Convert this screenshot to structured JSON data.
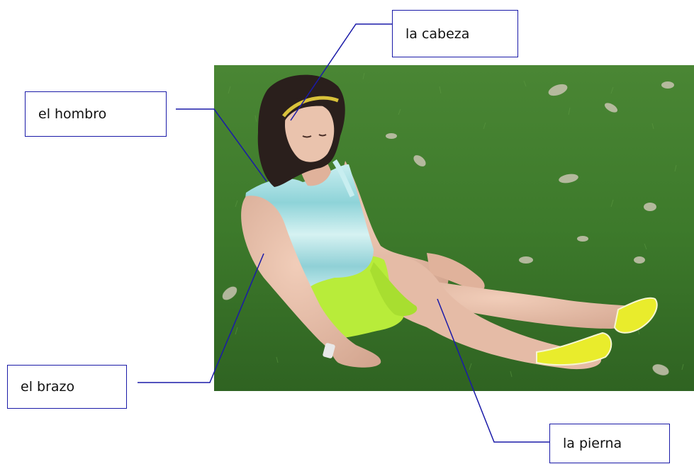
{
  "labels": {
    "head": "la cabeza",
    "shoulder": "el hombro",
    "arm": "el brazo",
    "leg": "la pierna"
  },
  "colors": {
    "leader_line": "#1a1aa8",
    "box_border": "#1a1aa8",
    "grass": "#3f7a2c",
    "shorts": "#b8ec3a",
    "top": "#9fd8df",
    "hair": "#2a1f1c",
    "skin": "#e2b8a2",
    "shoes": "#e9ec2c"
  },
  "photo": {
    "subject": "girl-sitting-on-grass"
  }
}
